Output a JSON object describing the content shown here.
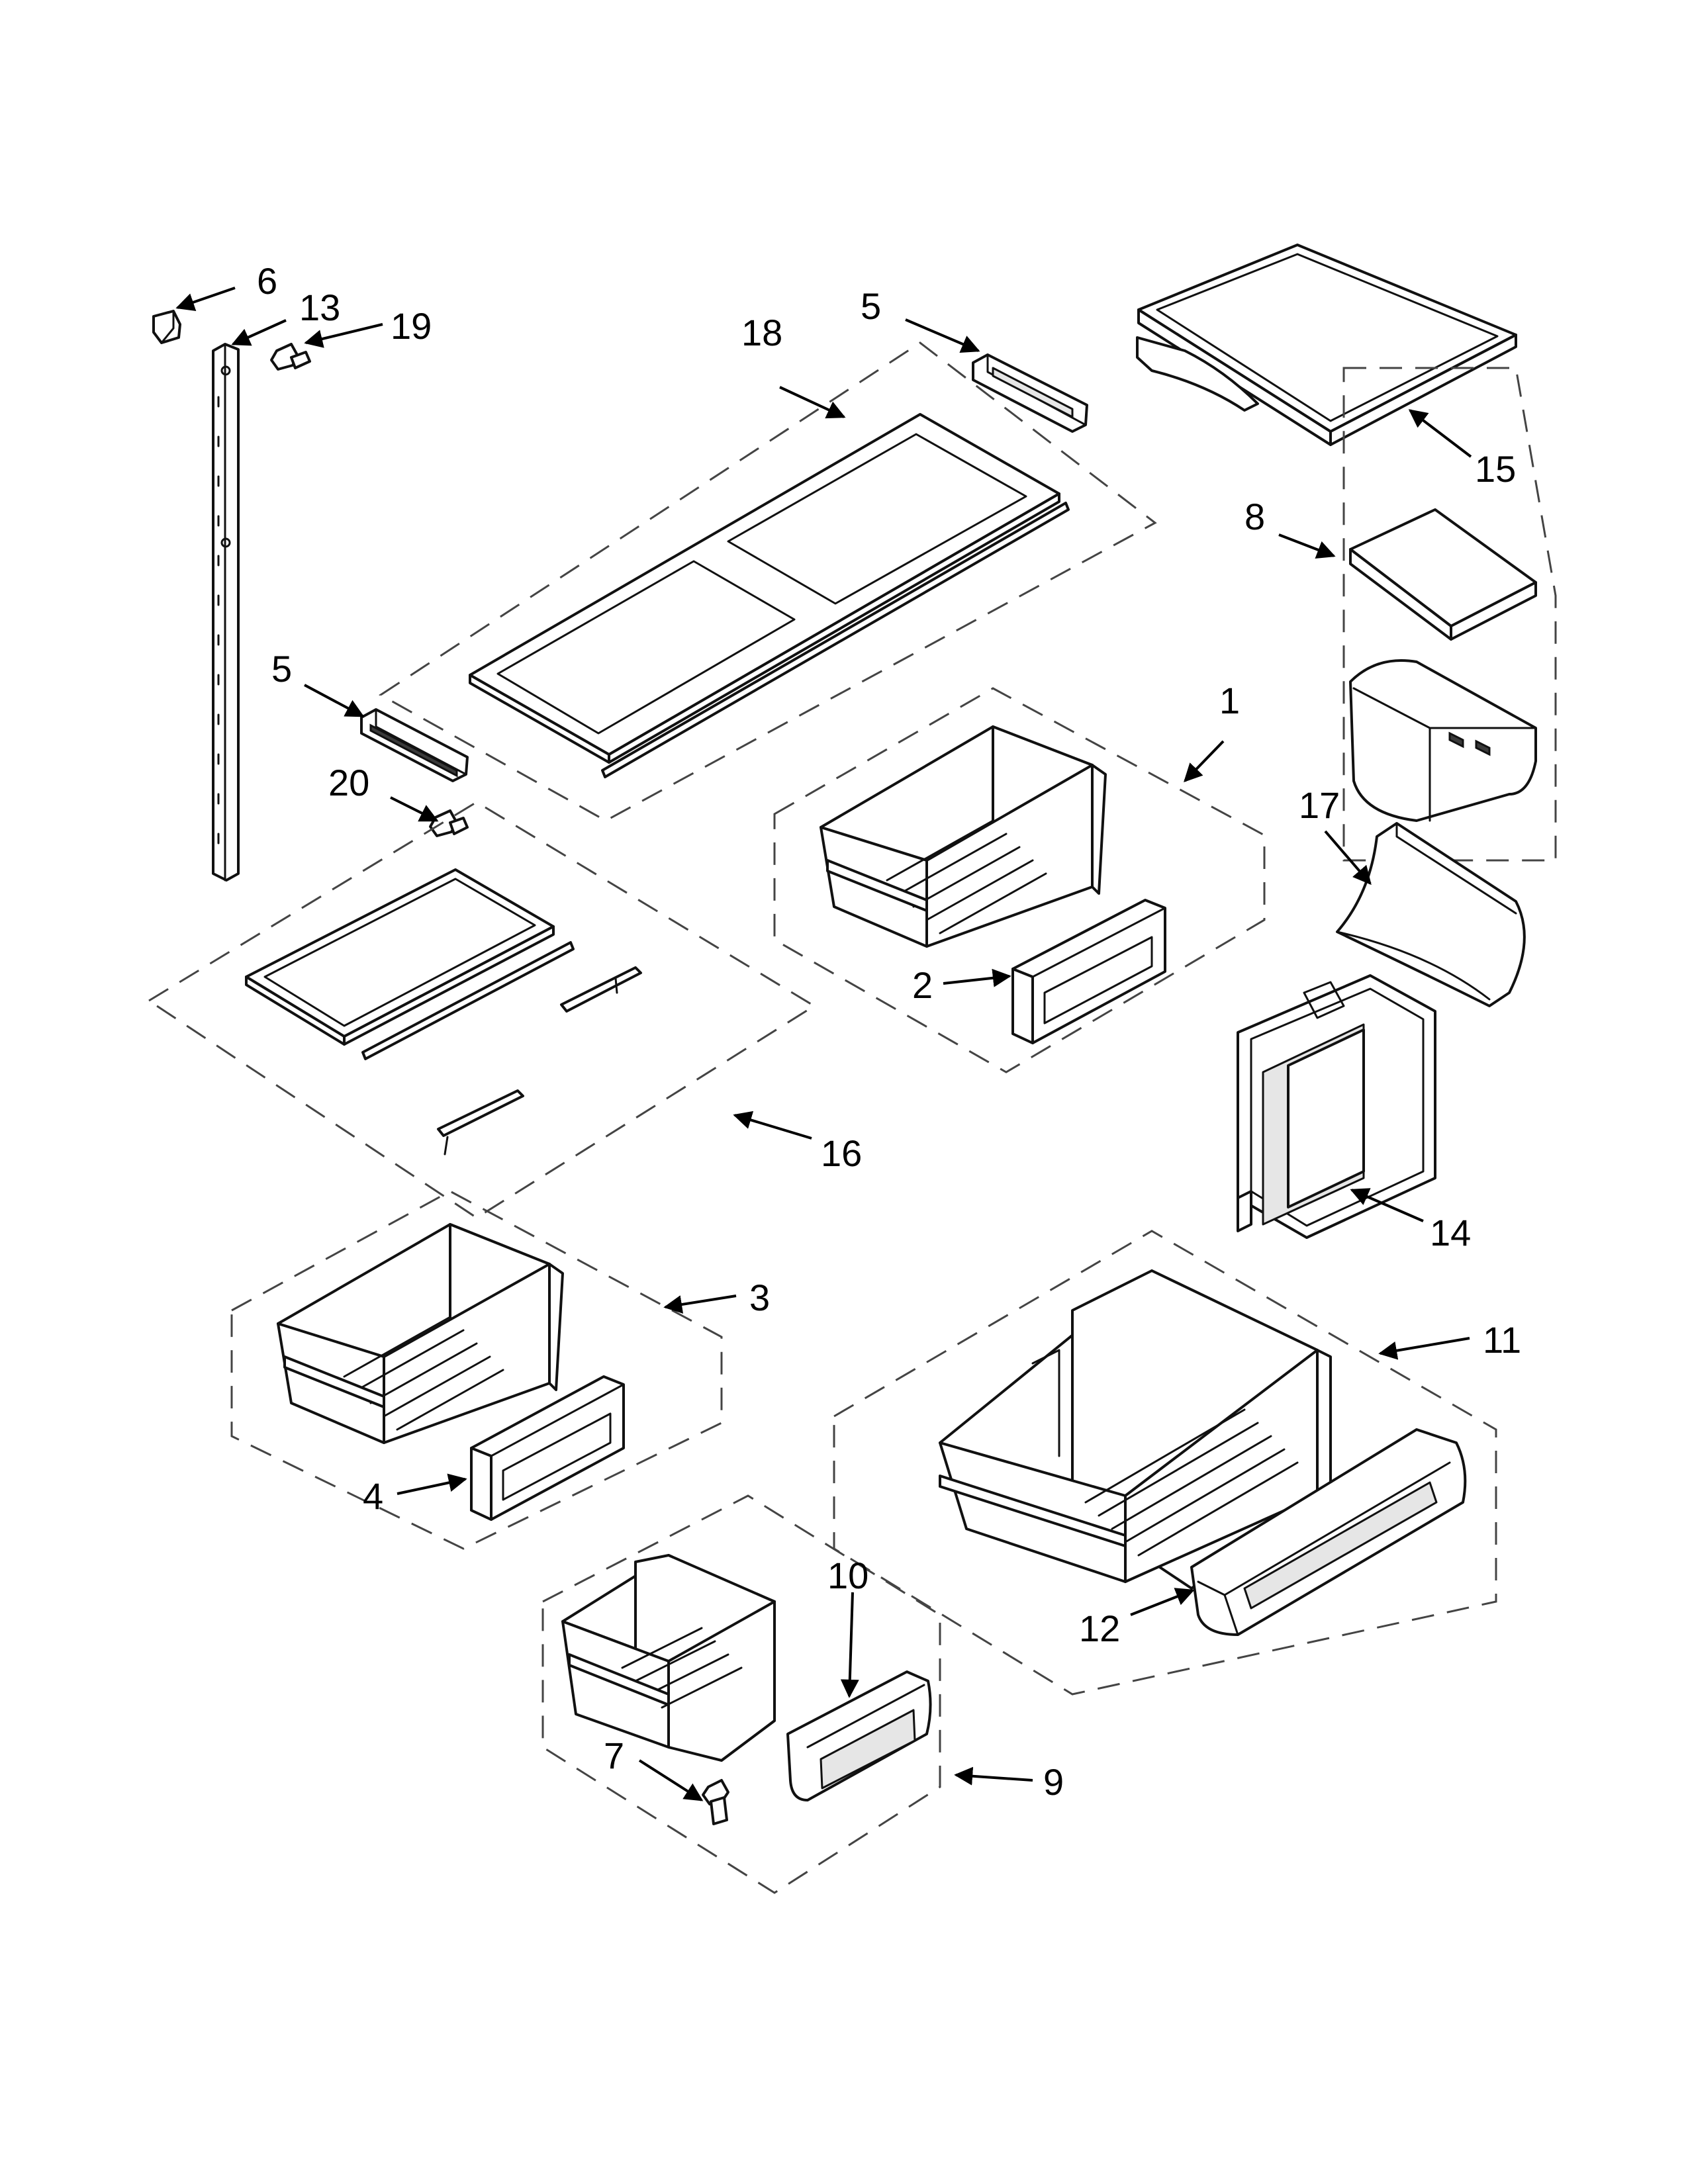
{
  "diagram": {
    "background": "#ffffff",
    "line_color": "#111111",
    "callouts": [
      "1",
      "2",
      "3",
      "4",
      "5",
      "5",
      "6",
      "7",
      "8",
      "9",
      "10",
      "11",
      "12",
      "13",
      "14",
      "15",
      "16",
      "17",
      "18",
      "19",
      "20"
    ]
  }
}
